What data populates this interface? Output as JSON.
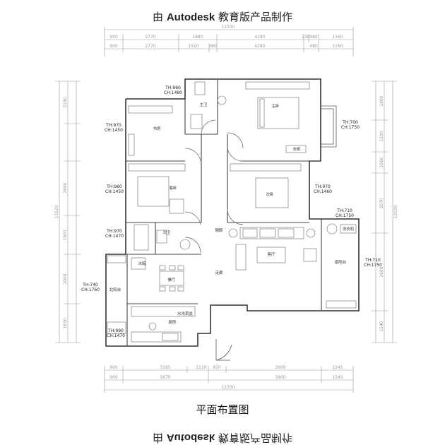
{
  "watermark": {
    "prefix": "由 ",
    "brand": "Autodesk",
    "suffix": " 教育版产品制作"
  },
  "plan_title": "平面布置图",
  "rooms": [
    {
      "id": "zhuwei",
      "label": "主卫"
    },
    {
      "id": "zhuwo",
      "label": "主卧"
    },
    {
      "id": "shufang",
      "label": "书房"
    },
    {
      "id": "kewo",
      "label": "客卧"
    },
    {
      "id": "ciwo",
      "label": "次卧"
    },
    {
      "id": "ciwei",
      "label": "次卫"
    },
    {
      "id": "gefang",
      "label": "隔断"
    },
    {
      "id": "keting",
      "label": "客厅"
    },
    {
      "id": "zoulang",
      "label": "走廊"
    },
    {
      "id": "canting",
      "label": "餐厅"
    },
    {
      "id": "bingxiang",
      "label": "冰箱"
    },
    {
      "id": "beiyangtai",
      "label": "北阳台"
    },
    {
      "id": "chufang",
      "label": "厨房"
    },
    {
      "id": "nanyangtai",
      "label": "南阳台"
    },
    {
      "id": "xiyiji",
      "label": "洗衣机"
    },
    {
      "id": "shuicao",
      "label": "水洗菜盆"
    },
    {
      "id": "yigui",
      "label": "衣柜"
    }
  ],
  "window_heights": [
    {
      "id": "w1",
      "th": "TH:960",
      "ch": "CH:1480"
    },
    {
      "id": "w2",
      "th": "TH:970",
      "ch": "CH:1450"
    },
    {
      "id": "w3",
      "th": "TH:700",
      "ch": "CH:1750"
    },
    {
      "id": "w4",
      "th": "TH:960",
      "ch": "CH:1450"
    },
    {
      "id": "w5",
      "th": "TH:970",
      "ch": "CH:1460"
    },
    {
      "id": "w6",
      "th": "TH:710",
      "ch": "CH:1750"
    },
    {
      "id": "w7",
      "th": "TH:970",
      "ch": "CH:1470"
    },
    {
      "id": "w8",
      "th": "TH:710",
      "ch": "CH:1750"
    },
    {
      "id": "w9",
      "th": "TH:740",
      "ch": "CH:1760"
    },
    {
      "id": "w10",
      "th": "TH:990",
      "ch": "CH:1470"
    }
  ],
  "dimensions": {
    "top_total": "12330",
    "top_row1": [
      "900",
      "2770",
      "1880",
      "4280",
      "230",
      "480",
      "1160"
    ],
    "top_row2": [
      "900",
      "2770",
      "1520",
      "360",
      "4280",
      "480",
      "1160"
    ],
    "bottom_row1": [
      "900",
      "3165",
      "2110",
      "870",
      "3900",
      "1545"
    ],
    "bottom_row2": [
      "900",
      "5670",
      "3900",
      "1545"
    ],
    "bottom_total": "12330",
    "left_total": "13520",
    "left_segments": [
      "2190",
      "2680",
      "1900",
      "2000",
      "1650"
    ],
    "right_total": "12020",
    "right_segments": [
      "1800",
      "1500",
      "1060",
      "3070",
      "2600",
      "1540"
    ]
  }
}
